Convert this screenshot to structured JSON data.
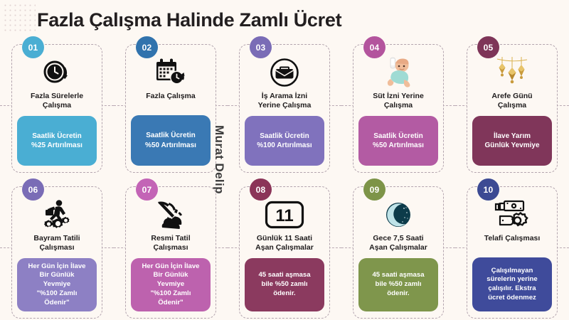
{
  "header": {
    "title": "Fazla Çalışma Halinde Zamlı Ücret"
  },
  "watermark": {
    "author": "Murat Delip"
  },
  "colors": {
    "background": "#fdf8f3",
    "card_border": "#b3a4ae",
    "title_text": "#231f20"
  },
  "cards": [
    {
      "number": "01",
      "icon": "clock-refresh-icon",
      "label": "Fazla Sürelerle\nÇalışma",
      "value": "Saatlik Ücretin\n%25 Artırılması",
      "badge_color": "#4aaed3",
      "pill_color": "#4aaed3"
    },
    {
      "number": "02",
      "icon": "calendar-clock-icon",
      "label": "Fazla Çalışma",
      "value": "Saatlik Ücretin\n%50 Artırılması",
      "badge_color": "#3173ad",
      "pill_color": "#3a79b4"
    },
    {
      "number": "03",
      "icon": "briefcase-icon",
      "label": "İş Arama İzni\nYerine Çalışma",
      "value": "Saatlik Ücretin\n%100 Artırılması",
      "badge_color": "#7a6cb6",
      "pill_color": "#8072bd"
    },
    {
      "number": "04",
      "icon": "baby-bottle-icon",
      "label": "Süt İzni Yerine\nÇalışma",
      "value": "Saatlik Ücretin\n%50 Artırılması",
      "badge_color": "#b3549d",
      "pill_color": "#b35ba3"
    },
    {
      "number": "05",
      "icon": "lantern-icon",
      "label": "Arefe Günü\nÇalışma",
      "value": "İlave Yarım\nGünlük Yevmiye",
      "badge_color": "#7e3558",
      "pill_color": "#80365a"
    },
    {
      "number": "06",
      "icon": "worker-gears-icon",
      "label": "Bayram Tatili\nÇalışması",
      "value": "Her Gün İçin İlave\nBir Günlük\nYevmiye\n\"%100 Zamlı\nÖdenir\"",
      "badge_color": "#7a6cb6",
      "pill_color": "#8d80c4"
    },
    {
      "number": "07",
      "icon": "pickaxe-rock-icon",
      "label": "Resmi Tatil\nÇalışması",
      "value": "Her Gün İçin İlave\nBir Günlük\nYevmiye\n\"%100 Zamlı\nÖdenir\"",
      "badge_color": "#c364b6",
      "pill_color": "#bd62ae"
    },
    {
      "number": "08",
      "icon": "number-eleven-icon",
      "label": "Günlük 11 Saati\nAşan Çalışmalar",
      "value": "45 saati aşmasa\nbile %50 zamlı\nödenir.",
      "badge_color": "#8b3458",
      "pill_color": "#8b3a5f"
    },
    {
      "number": "09",
      "icon": "crescent-moon-icon",
      "label": "Gece 7,5 Saati\nAşan Çalışmalar",
      "value": "45 saati aşmasa\nbile %50 zamlı\nödenir.",
      "badge_color": "#7d9448",
      "pill_color": "#7f964c"
    },
    {
      "number": "10",
      "icon": "cash-handshake-icon",
      "label": "Telafi Çalışması",
      "value": "Çalışılmayan\nsürelerin yerine\nçalışılır. Ekstra\nücret ödenmez",
      "badge_color": "#3c4a93",
      "pill_color": "#3f4b9b"
    }
  ]
}
